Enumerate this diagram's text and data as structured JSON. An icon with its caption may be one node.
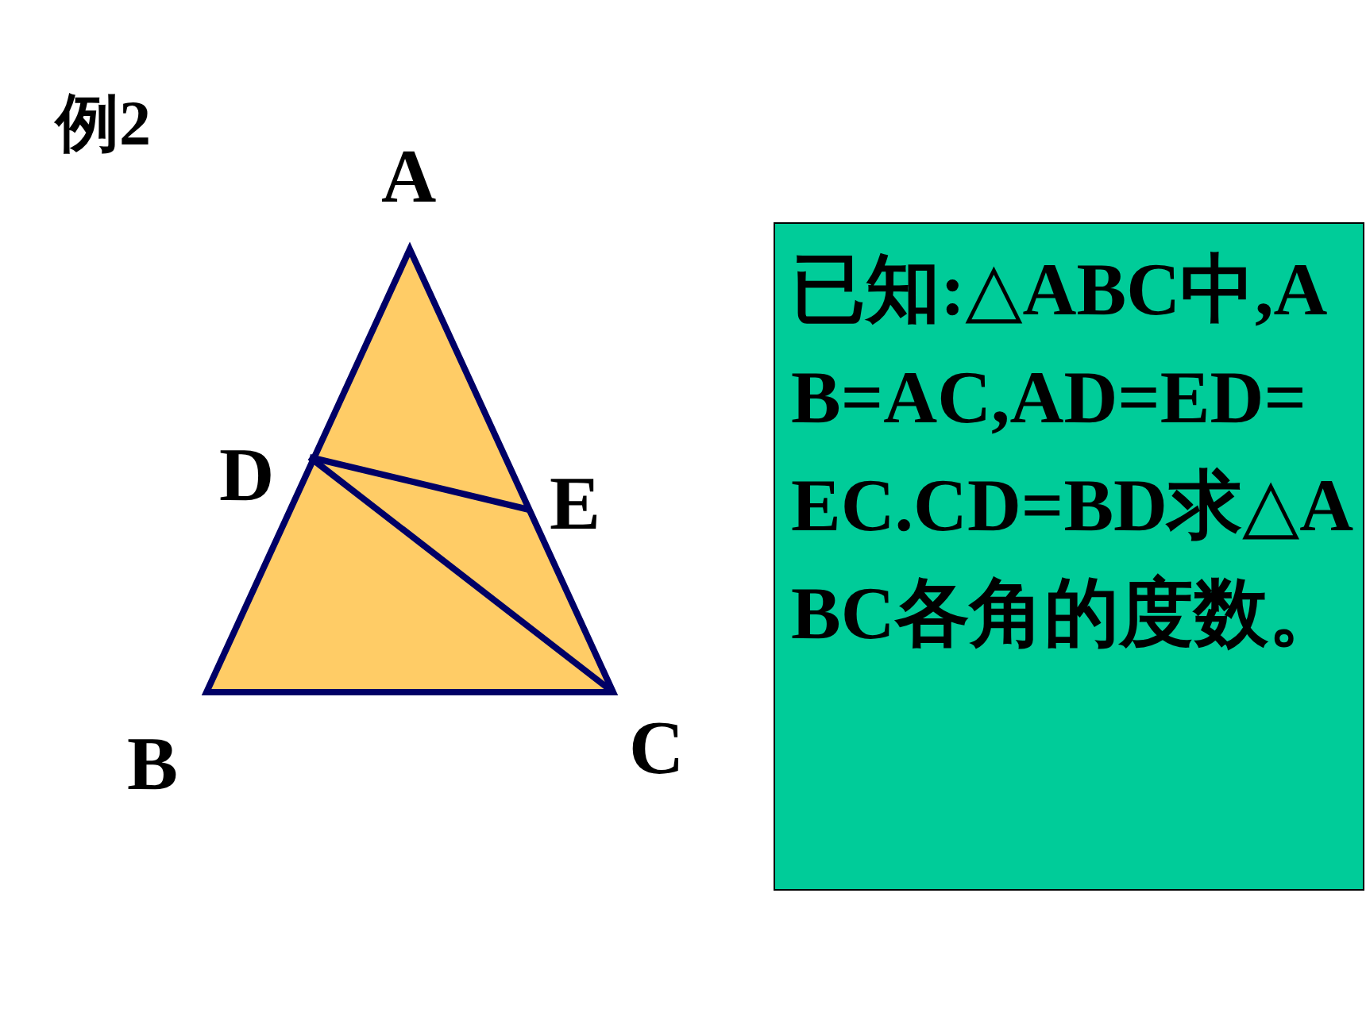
{
  "diagram": {
    "nodes": [
      {
        "text": [
          "已知:△ABC中,AB=AC,AD=ED=EC.CD=BD求△ABC各角的度数。"
        ]
      }
    ],
    "edges": [],
    "labels": [
      "例2",
      "A",
      "D",
      "E",
      "B",
      "C"
    ]
  }
}
